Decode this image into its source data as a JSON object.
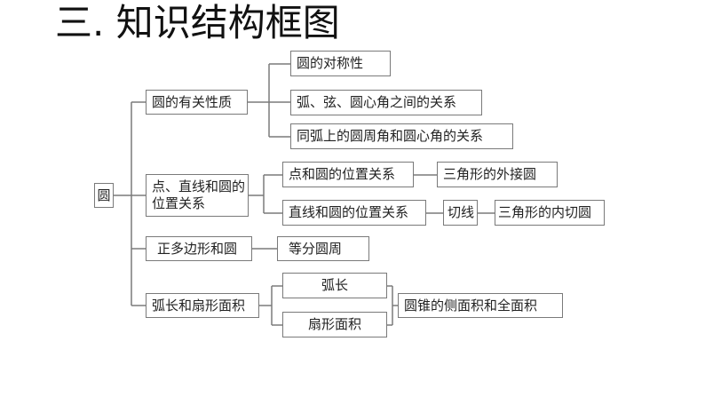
{
  "title": "三. 知识结构框图",
  "root": "圆",
  "branches": {
    "properties": {
      "label": "圆的有关性质",
      "children": [
        "圆的对称性",
        "弧、弦、圆心角之间的关系",
        "同弧上的圆周角和圆心角的关系"
      ]
    },
    "position": {
      "label": "点、直线和圆的位置关系",
      "point_circle": "点和圆的位置关系",
      "circumcircle": "三角形的外接圆",
      "line_circle": "直线和圆的位置关系",
      "tangent": "切线",
      "incircle": "三角形的内切圆"
    },
    "polygon": {
      "label": "正多边形和圆",
      "child": "等分圆周"
    },
    "arc_sector": {
      "label": "弧长和扇形面积",
      "arc_length": "弧长",
      "sector_area": "扇形面积",
      "cone": "圆锥的侧面积和全面积"
    }
  }
}
